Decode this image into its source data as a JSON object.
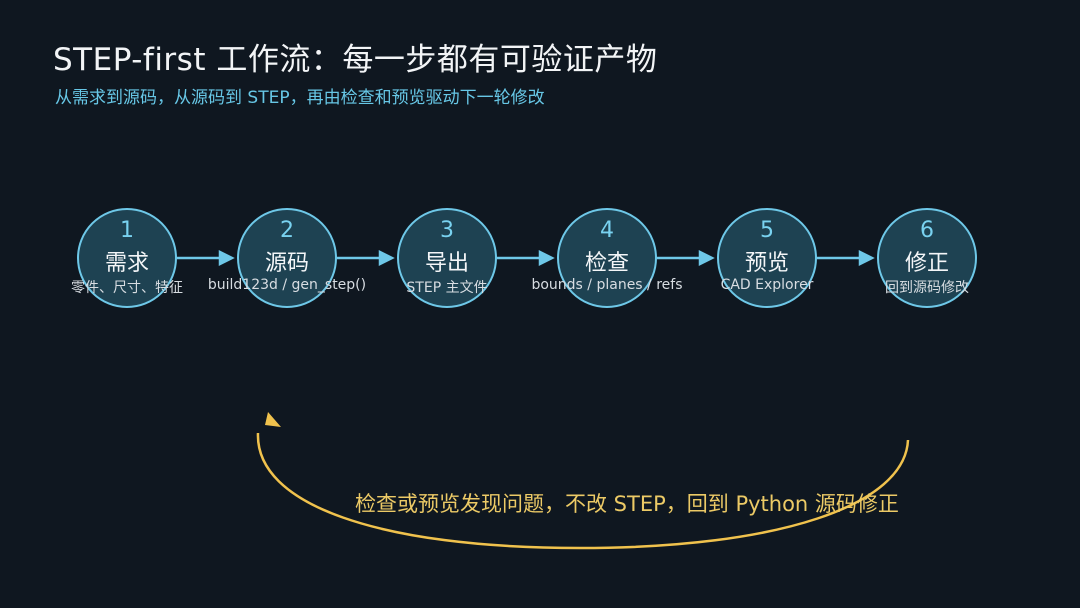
{
  "header": {
    "title": "STEP-first 工作流：每一步都有可验证产物",
    "subtitle": "从需求到源码，从源码到 STEP，再由检查和预览驱动下一轮修改"
  },
  "steps": [
    {
      "num": "1",
      "label": "需求",
      "desc": "零件、尺寸、特征"
    },
    {
      "num": "2",
      "label": "源码",
      "desc": "build123d / gen_step()"
    },
    {
      "num": "3",
      "label": "导出",
      "desc": "STEP 主文件"
    },
    {
      "num": "4",
      "label": "检查",
      "desc": "bounds / planes / refs"
    },
    {
      "num": "5",
      "label": "预览",
      "desc": "CAD Explorer"
    },
    {
      "num": "6",
      "label": "修正",
      "desc": "回到源码修改"
    }
  ],
  "loop": {
    "text": "检查或预览发现问题，不改 STEP，回到 Python 源码修正"
  },
  "colors": {
    "background": "#0f1720",
    "accent_cyan": "#6ec8e8",
    "circle_fill": "#1e4252",
    "loop_yellow": "#f0c24d"
  }
}
